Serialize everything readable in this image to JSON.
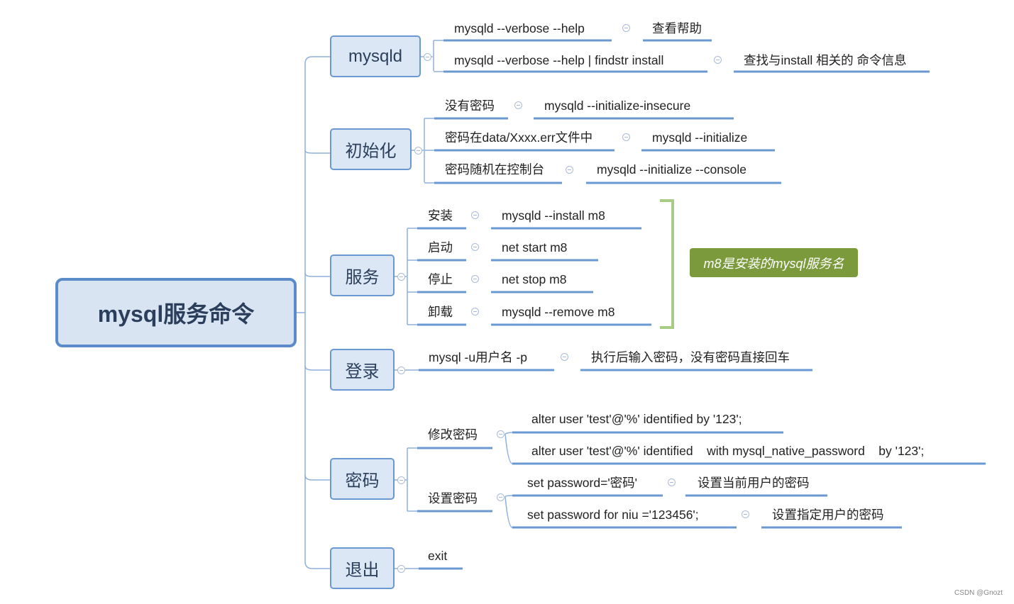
{
  "root": {
    "label": "mysql服务命令"
  },
  "branches": {
    "mysqld": {
      "label": "mysqld",
      "items": [
        {
          "cmd": "mysqld --verbose --help",
          "desc": "查看帮助"
        },
        {
          "cmd": "mysqld --verbose --help | findstr install",
          "desc": "查找与install 相关的 命令信息"
        }
      ]
    },
    "init": {
      "label": "初始化",
      "items": [
        {
          "cond": "没有密码",
          "cmd": "mysqld  --initialize-insecure"
        },
        {
          "cond": "密码在data/Xxxx.err文件中",
          "cmd": "mysqld --initialize"
        },
        {
          "cond": "密码随机在控制台",
          "cmd": "mysqld --initialize --console"
        }
      ]
    },
    "service": {
      "label": "服务",
      "items": [
        {
          "action": "安装",
          "cmd": "mysqld --install   m8"
        },
        {
          "action": "启动",
          "cmd": "net  start  m8"
        },
        {
          "action": "停止",
          "cmd": "net stop  m8"
        },
        {
          "action": "卸载",
          "cmd": "mysqld  --remove  m8"
        }
      ],
      "note": "m8是安装的mysql服务名"
    },
    "login": {
      "label": "登录",
      "cmd": "mysql -u用户名  -p",
      "desc": "执行后输入密码，没有密码直接回车"
    },
    "password": {
      "label": "密码",
      "modify": {
        "label": "修改密码",
        "cmds": [
          "alter user 'test'@'%' identified by '123';",
          "alter user 'test'@'%' identified    with mysql_native_password    by '123';"
        ]
      },
      "set": {
        "label": "设置密码",
        "items": [
          {
            "cmd": "set password='密码'",
            "desc": "设置当前用户的密码"
          },
          {
            "cmd": "set password for niu ='123456';",
            "desc": "设置指定用户的密码"
          }
        ]
      }
    },
    "exit": {
      "label": "退出",
      "cmd": "exit"
    }
  },
  "credit": "CSDN @Gnozt",
  "colors": {
    "line": "#6a98d0",
    "connector": "#8fb0db",
    "bracket": "#a8cc85",
    "note_bg": "#7a9a3b"
  }
}
